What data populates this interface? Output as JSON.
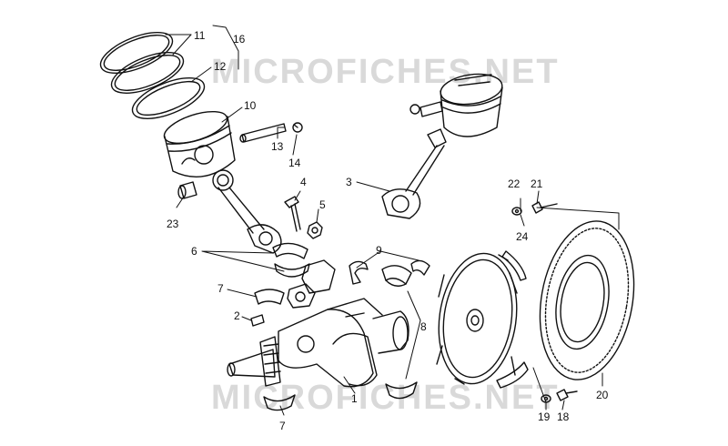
{
  "watermark": "MICROFICHES.NET",
  "colors": {
    "line": "#111111",
    "watermark": "#d9d9d9",
    "background": "#ffffff"
  },
  "callouts": {
    "c1": "1",
    "c2": "2",
    "c3": "3",
    "c4": "4",
    "c5": "5",
    "c6": "6",
    "c7a": "7",
    "c7b": "7",
    "c8": "8",
    "c9": "9",
    "c10": "10",
    "c11": "11",
    "c12": "12",
    "c13": "13",
    "c14": "14",
    "c16": "16",
    "c18": "18",
    "c19": "19",
    "c20": "20",
    "c21": "21",
    "c22": "22",
    "c23": "23",
    "c24": "24"
  }
}
